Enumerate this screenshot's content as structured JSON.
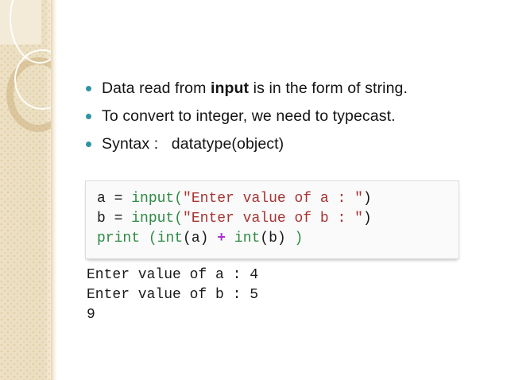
{
  "slide": {
    "background_color": "#ffffff",
    "accent_color": "#2f93a5",
    "sidebar_color": "#ead9b8"
  },
  "bullets": [
    {
      "pre": "Data read from ",
      "bold": "input",
      "post": " is in the form of string."
    },
    {
      "pre": "To convert to integer, we need to typecast.",
      "bold": "",
      "post": ""
    },
    {
      "pre": "Syntax :   datatype(object)",
      "bold": "",
      "post": ""
    }
  ],
  "code_block": {
    "language": "python",
    "lines": [
      {
        "tokens": [
          {
            "text": "a = ",
            "type": "plain"
          },
          {
            "text": "input",
            "type": "fn"
          },
          {
            "text": "(",
            "type": "fn"
          },
          {
            "text": "\"Enter value of a : \"",
            "type": "str"
          },
          {
            "text": ")",
            "type": "plain"
          }
        ]
      },
      {
        "tokens": [
          {
            "text": "b = ",
            "type": "plain"
          },
          {
            "text": "input",
            "type": "fn"
          },
          {
            "text": "(",
            "type": "fn"
          },
          {
            "text": "\"Enter value of b : \"",
            "type": "str"
          },
          {
            "text": ")",
            "type": "plain"
          }
        ]
      },
      {
        "tokens": [
          {
            "text": "print",
            "type": "fn"
          },
          {
            "text": " ",
            "type": "plain"
          },
          {
            "text": "(",
            "type": "fn"
          },
          {
            "text": "int",
            "type": "fn"
          },
          {
            "text": "(a)",
            "type": "plain"
          },
          {
            "text": " ",
            "type": "plain"
          },
          {
            "text": "+",
            "type": "op"
          },
          {
            "text": " ",
            "type": "plain"
          },
          {
            "text": "int",
            "type": "fn"
          },
          {
            "text": "(b)",
            "type": "plain"
          },
          {
            "text": " ",
            "type": "plain"
          },
          {
            "text": ")",
            "type": "fn"
          }
        ]
      }
    ],
    "colors": {
      "function": "#2e8b45",
      "string": "#a83232",
      "operator": "#a830d0",
      "plain": "#1a1a1a",
      "background": "#fafafa",
      "border": "#dcdcdc"
    }
  },
  "console_output": [
    "Enter value of a : 4",
    "Enter value of b : 5",
    "9"
  ]
}
